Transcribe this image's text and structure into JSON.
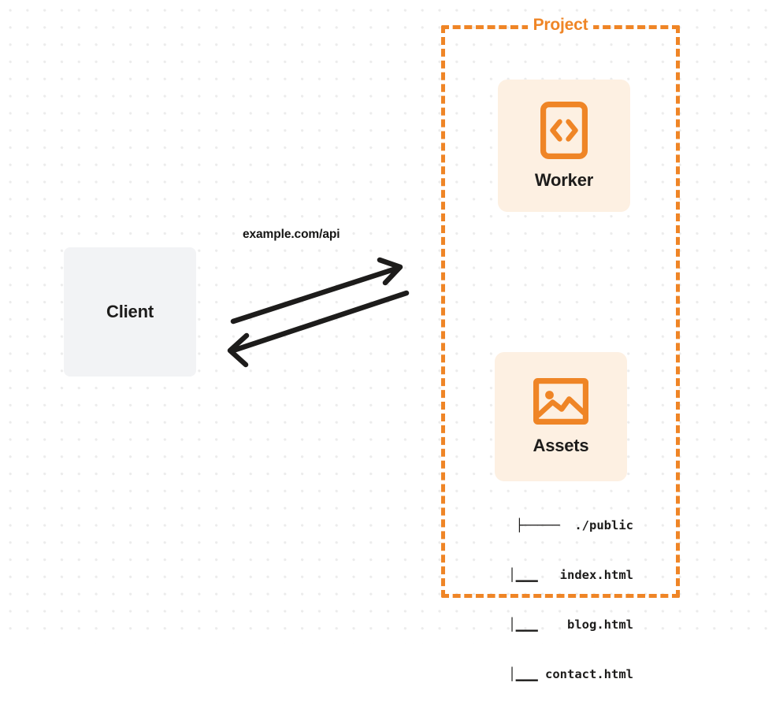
{
  "diagram": {
    "title": "Cloudflare Worker with Assets architecture",
    "background": {
      "style": "dot-grid",
      "dot_color": "#ececec",
      "page_color": "#ffffff"
    },
    "colors": {
      "accent_orange": "#ef8526",
      "node_fill_orange": "#fdf0e2",
      "node_fill_gray": "#f2f3f5",
      "text_dark": "#1d1c1b"
    },
    "client": {
      "label": "Client"
    },
    "connection": {
      "label": "example.com/api",
      "direction": "bidirectional",
      "arrow_color": "#1d1c1b",
      "request_arrow_name": "request-arrow",
      "response_arrow_name": "response-arrow"
    },
    "project": {
      "label": "Project",
      "border_style": "dashed",
      "nodes": [
        {
          "id": "worker",
          "label": "Worker",
          "icon": "code-brackets-icon"
        },
        {
          "id": "assets",
          "label": "Assets",
          "icon": "image-icon"
        }
      ],
      "file_tree": [
        {
          "connector": "├────",
          "name": "./public"
        },
        {
          "connector": "│▁▁▁",
          "name": "index.html"
        },
        {
          "connector": "│▁▁▁",
          "name": "blog.html"
        },
        {
          "connector": "│▁▁▁",
          "name": "contact.html"
        }
      ],
      "file_tree_rows": [
        "├─────  ./public",
        "│▁▁▁   index.html",
        "│▁▁▁    blog.html",
        "│▁▁▁ contact.html"
      ]
    }
  }
}
